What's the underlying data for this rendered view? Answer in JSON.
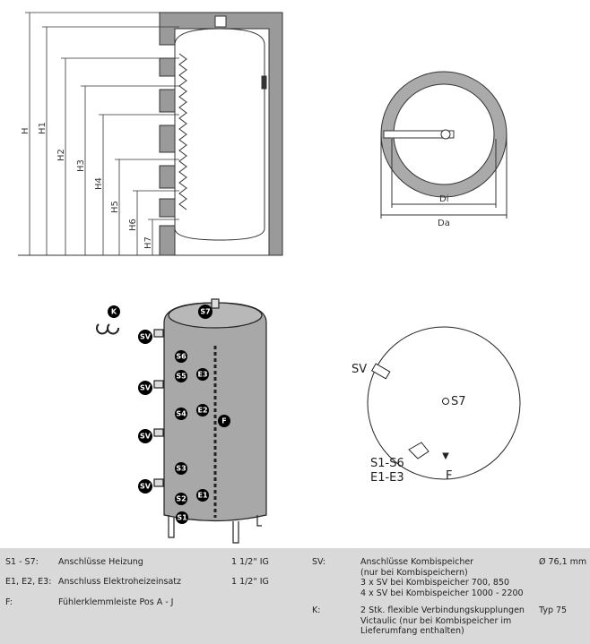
{
  "section_view": {
    "dimensions": [
      "H",
      "H1",
      "H2",
      "H3",
      "H4",
      "H5",
      "H6",
      "H7"
    ]
  },
  "plan_view": {
    "inner_diameter": "Di",
    "outer_diameter": "Da"
  },
  "front_view": {
    "badges": {
      "k": "K",
      "s7": "S7",
      "sv": "SV",
      "s6": "S6",
      "s5": "S5",
      "e3": "E3",
      "s4": "S4",
      "e2": "E2",
      "f": "F",
      "s3": "S3",
      "s2": "S2",
      "e1": "E1",
      "s1": "S1"
    }
  },
  "top_view": {
    "sv": "SV",
    "s7": "S7",
    "s1_s6": "S1-S6",
    "e1_e3": "E1-E3",
    "f": "F"
  },
  "legend": {
    "rows_left": [
      {
        "code": "S1 - S7:",
        "desc": "Anschlüsse Heizung",
        "size": "1 1/2\" IG"
      },
      {
        "code": "E1, E2, E3:",
        "desc": "Anschluss Elektroheizeinsatz",
        "size": "1 1/2\" IG"
      },
      {
        "code": "F:",
        "desc": "Fühlerklemmleiste Pos A - J",
        "size": ""
      }
    ],
    "rows_right": [
      {
        "code": "SV:",
        "desc": "Anschlüsse Kombispeicher\n(nur bei Kombispeichern)\n3 x SV bei Kombispeicher 700, 850\n4 x SV bei Kombispeicher 1000 - 2200",
        "size": "Ø 76,1 mm"
      },
      {
        "code": "K:",
        "desc": "2 Stk. flexible Verbindungskupplungen\nVictaulic (nur bei Kombispeicher im\nLieferumfang enthalten)",
        "size": "Typ 75"
      }
    ]
  }
}
